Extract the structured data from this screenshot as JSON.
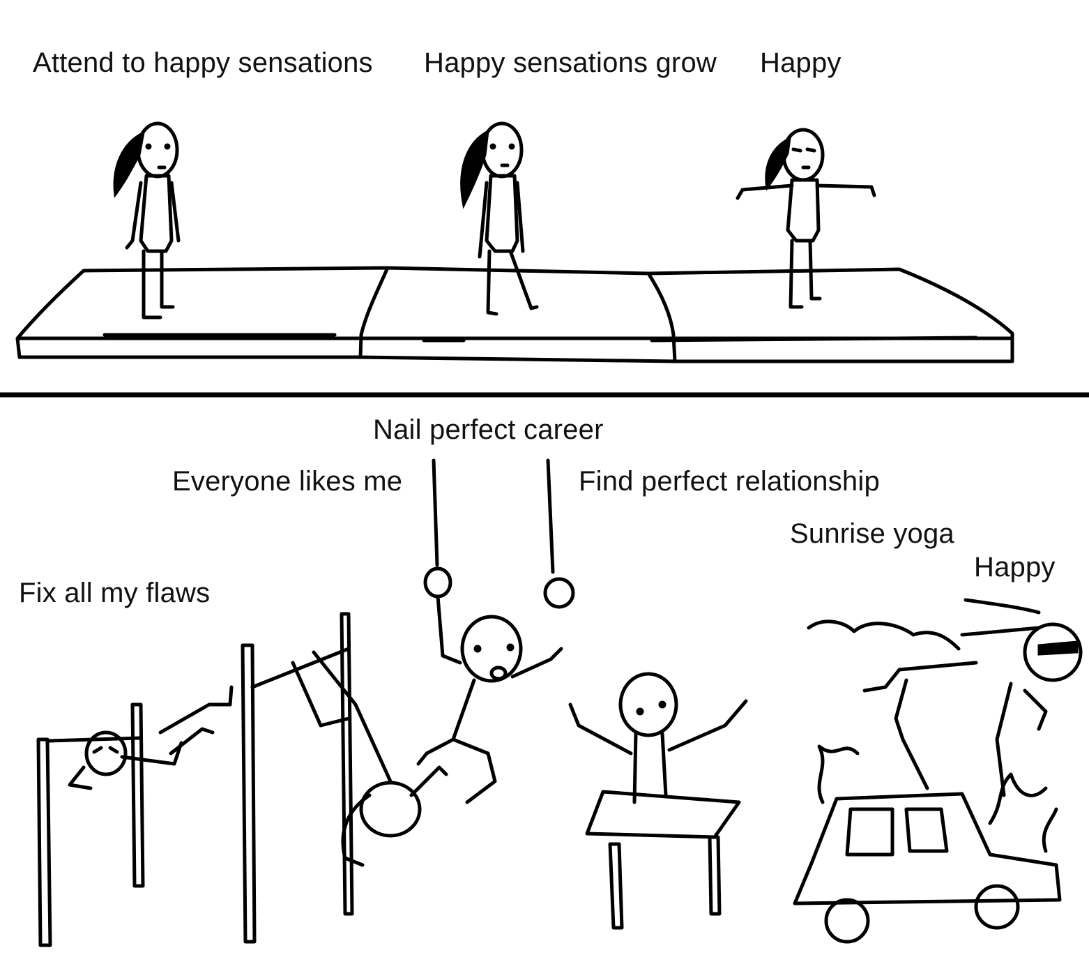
{
  "top_panel": {
    "captions": [
      "Attend to happy sensations",
      "Happy sensations grow",
      "Happy"
    ]
  },
  "bottom_panel": {
    "captions": [
      "Nail perfect career",
      "Everyone likes me",
      "Find perfect relationship",
      "Sunrise yoga",
      "Happy",
      "Fix all my flaws"
    ]
  },
  "colors": {
    "ink": "#000000",
    "background": "#ffffff"
  }
}
